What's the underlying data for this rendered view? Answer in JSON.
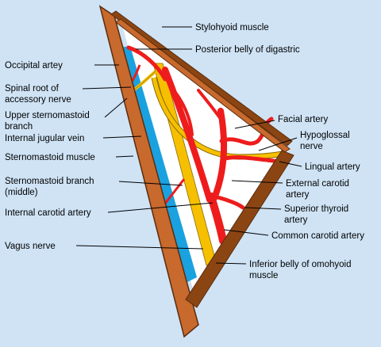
{
  "colors": {
    "background": "#cfe3f5",
    "muscle_fill": "#c8692d",
    "muscle_stroke": "#5a2d0e",
    "muscle_dark": "#8b4513",
    "vein": "#1aa1e0",
    "nerve": "#f6c000",
    "artery": "#ee1c1c",
    "triangle_interior": "#ffffff",
    "line": "#000000"
  },
  "labels": {
    "stylohyoid": "Stylohyoid muscle",
    "posterior_belly": "Posterior belly of digastric",
    "occipital": "Occipital artey",
    "spinal_root_1": "Spinal root of",
    "spinal_root_2": "accessory nerve",
    "upper_branch_1": "Upper sternomastoid",
    "upper_branch_2": "branch",
    "ijv": "Internal jugular vein",
    "scm": "Sternomastoid muscle",
    "middle_branch_1": "Sternomastoid branch",
    "middle_branch_2": "(middle)",
    "ica": "Internal carotid artery",
    "vagus": "Vagus nerve",
    "facial": "Facial artery",
    "hypoglossal_1": "Hypoglossal",
    "hypoglossal_2": "nerve",
    "lingual": "Lingual artery",
    "eca_1": "External carotid",
    "eca_2": "artery",
    "sup_thyroid_1": "Superior thyroid",
    "sup_thyroid_2": "artery",
    "cca": "Common carotid artery",
    "omohyoid_1": "Inferior belly of omohyoid",
    "omohyoid_2": "muscle"
  }
}
